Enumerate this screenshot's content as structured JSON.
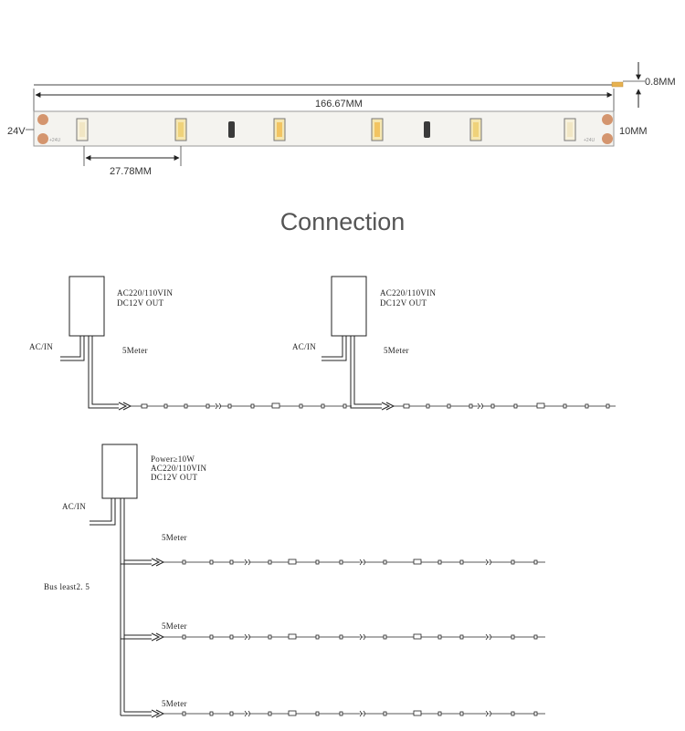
{
  "strip": {
    "length_label": "166.67MM",
    "segment_label": "27.78MM",
    "voltage_label": "24V",
    "width_label": "10MM",
    "thickness_label": "0.8MM",
    "pad_label": "+24U"
  },
  "title": "Connection",
  "diagram1": {
    "psu_line1": "AC220/110VIN",
    "psu_line2": "DC12V OUT",
    "input_label": "AC/IN",
    "length_label": "5Meter"
  },
  "diagram2": {
    "psu_line1": "AC220/110VIN",
    "psu_line2": "DC12V OUT",
    "input_label": "AC/IN",
    "length_label": "5Meter"
  },
  "diagram3": {
    "psu_line0": "Power≥10W",
    "psu_line1": "AC220/110VIN",
    "psu_line2": "DC12V OUT",
    "input_label": "AC/IN",
    "bus_label": "Bus least2. 5",
    "branch_labels": [
      "5Meter",
      "5Meter",
      "5Meter"
    ]
  },
  "colors": {
    "strip_fill": "#f4f3ef",
    "pad_copper": "#d4956e",
    "led_amber": "#f2c462",
    "led_white": "#f7f1dc"
  }
}
